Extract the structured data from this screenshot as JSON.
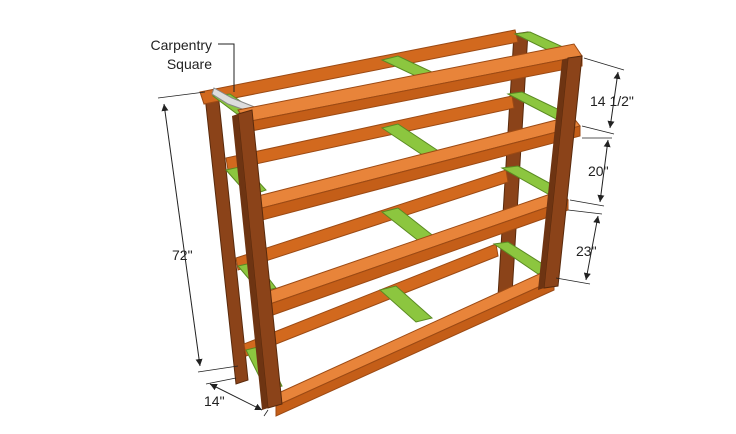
{
  "callout": {
    "line1": "Carpentry",
    "line2": "Square"
  },
  "dimensions": {
    "height": "72\"",
    "depth": "14\"",
    "top_gap": "14 1/2\"",
    "mid_gap": "20\"",
    "low_gap": "23\""
  },
  "colors": {
    "rail": "#d2691e",
    "rail_top": "#e8843a",
    "rail_edge": "#9c4a14",
    "post": "#8b4319",
    "post_dark": "#6e3412",
    "support": "#8cc63f",
    "support_edge": "#5a8a22",
    "square": "#dddddd"
  }
}
